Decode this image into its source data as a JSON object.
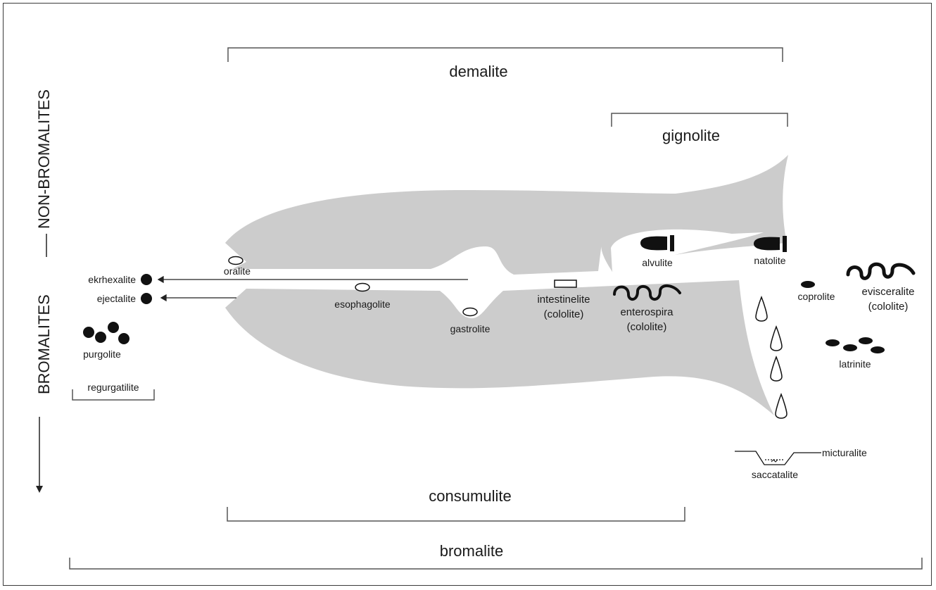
{
  "axis": {
    "top_label": "NON-BROMALITES",
    "bottom_label": "BROMALITES"
  },
  "brackets": {
    "demalite": "demalite",
    "gignolite": "gignolite",
    "consumulite": "consumulite",
    "bromalite": "bromalite",
    "regurgatilite": "regurgatilite"
  },
  "labels": {
    "oralite": "oralite",
    "ekrhexalite": "ekrhexalite",
    "ejectalite": "ejectalite",
    "purgolite": "purgolite",
    "esophagolite": "esophagolite",
    "gastrolite": "gastrolite",
    "intestinelite": "intestinelite",
    "intestinelite_sub": "(cololite)",
    "enterospira": "enterospira",
    "enterospira_sub": "(cololite)",
    "alvulite": "alvulite",
    "natolite": "natolite",
    "coprolite": "coprolite",
    "evisceralite": "evisceralite",
    "evisceralite_sub": "(cololite)",
    "latrinite": "latrinite",
    "micturalite": "micturalite",
    "saccatalite": "saccatalite"
  },
  "colors": {
    "fish_body": "#cccccc",
    "ink": "#111111",
    "bracket": "#555555"
  }
}
